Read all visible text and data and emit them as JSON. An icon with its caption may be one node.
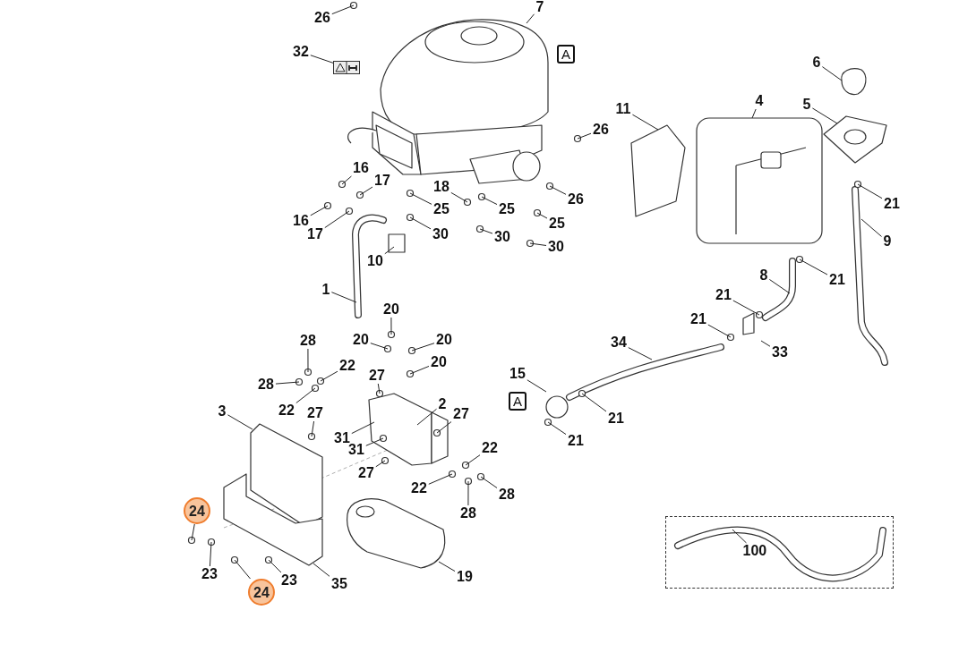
{
  "diagram": {
    "nodes": [
      {
        "text": [
          "26"
        ]
      },
      {
        "text": [
          "7"
        ]
      },
      {
        "text": [
          "32"
        ]
      },
      {
        "text": [],
        "shape": "picture"
      },
      {
        "text": [
          "A"
        ]
      },
      {
        "text": [
          "6"
        ]
      },
      {
        "text": [
          "11"
        ]
      },
      {
        "text": [
          "4"
        ]
      },
      {
        "text": [
          "5"
        ]
      },
      {
        "text": [
          "26"
        ]
      },
      {
        "text": [
          "16"
        ]
      },
      {
        "text": [
          "17"
        ]
      },
      {
        "text": [
          "18"
        ]
      },
      {
        "text": [
          "26"
        ]
      },
      {
        "text": [
          "25"
        ]
      },
      {
        "text": [
          "21"
        ]
      },
      {
        "text": [
          "25"
        ]
      },
      {
        "text": [
          "16"
        ]
      },
      {
        "text": [
          "25"
        ]
      },
      {
        "text": [
          "17"
        ]
      },
      {
        "text": [
          "30"
        ]
      },
      {
        "text": [
          "30"
        ]
      },
      {
        "text": [
          "9"
        ]
      },
      {
        "text": [
          "30"
        ]
      },
      {
        "text": [
          "10"
        ]
      },
      {
        "text": [
          "8"
        ]
      },
      {
        "text": [
          "21"
        ]
      },
      {
        "text": [
          "1"
        ]
      },
      {
        "text": [
          "21"
        ]
      },
      {
        "text": [
          "20"
        ]
      },
      {
        "text": [
          "21"
        ]
      },
      {
        "text": [
          "28"
        ]
      },
      {
        "text": [
          "20"
        ]
      },
      {
        "text": [
          "20"
        ]
      },
      {
        "text": [
          "34"
        ]
      },
      {
        "text": [
          "33"
        ]
      },
      {
        "text": [
          "20"
        ]
      },
      {
        "text": [
          "22"
        ]
      },
      {
        "text": [
          "27"
        ]
      },
      {
        "text": [
          "15"
        ]
      },
      {
        "text": [
          "28"
        ]
      },
      {
        "text": [
          "22"
        ]
      },
      {
        "text": [
          "A"
        ]
      },
      {
        "text": [
          "3"
        ]
      },
      {
        "text": [
          "2"
        ]
      },
      {
        "text": [
          "27"
        ]
      },
      {
        "text": [
          "27"
        ]
      },
      {
        "text": [
          "21"
        ]
      },
      {
        "text": [
          "31"
        ]
      },
      {
        "text": [
          "21"
        ]
      },
      {
        "text": [
          "22"
        ]
      },
      {
        "text": [
          "31"
        ]
      },
      {
        "text": [
          "27"
        ]
      },
      {
        "text": [
          "22"
        ]
      },
      {
        "text": [
          "28"
        ]
      },
      {
        "text": [
          "24"
        ]
      },
      {
        "text": [
          "28"
        ]
      },
      {
        "text": [],
        "shape": "box"
      },
      {
        "text": [
          "100"
        ],
        "in": 57
      },
      {
        "text": [
          "23"
        ]
      },
      {
        "text": [
          "23"
        ]
      },
      {
        "text": [
          "24"
        ]
      },
      {
        "text": [
          "35"
        ]
      },
      {
        "text": [
          "19"
        ]
      }
    ],
    "edges": [
      {
        "from": 0,
        "to": null,
        "arrow": "none"
      },
      {
        "from": 1,
        "to": null,
        "arrow": "none"
      },
      {
        "from": 2,
        "to": 3,
        "arrow": "none"
      },
      {
        "from": 5,
        "to": null,
        "arrow": "none"
      },
      {
        "from": 6,
        "to": null,
        "arrow": "none"
      },
      {
        "from": 7,
        "to": null,
        "arrow": "none"
      },
      {
        "from": 8,
        "to": null,
        "arrow": "none"
      },
      {
        "from": 9,
        "to": null,
        "arrow": "none"
      },
      {
        "from": 10,
        "to": null,
        "arrow": "none"
      },
      {
        "from": 11,
        "to": null,
        "arrow": "none"
      },
      {
        "from": 12,
        "to": null,
        "arrow": "none"
      },
      {
        "from": 13,
        "to": null,
        "arrow": "none"
      },
      {
        "from": 14,
        "to": null,
        "arrow": "none"
      },
      {
        "from": 15,
        "to": null,
        "arrow": "none"
      },
      {
        "from": 16,
        "to": null,
        "arrow": "none"
      },
      {
        "from": 17,
        "to": null,
        "arrow": "none"
      },
      {
        "from": 18,
        "to": null,
        "arrow": "none"
      },
      {
        "from": 19,
        "to": null,
        "arrow": "none"
      },
      {
        "from": 20,
        "to": null,
        "arrow": "none"
      },
      {
        "from": 21,
        "to": null,
        "arrow": "none"
      },
      {
        "from": 22,
        "to": null,
        "arrow": "none"
      },
      {
        "from": 23,
        "to": null,
        "arrow": "none"
      },
      {
        "from": 24,
        "to": null,
        "arrow": "none"
      },
      {
        "from": 25,
        "to": null,
        "arrow": "none"
      },
      {
        "from": 26,
        "to": null,
        "arrow": "none"
      },
      {
        "from": 27,
        "to": null,
        "arrow": "none"
      },
      {
        "from": 28,
        "to": null,
        "arrow": "none"
      },
      {
        "from": 29,
        "to": null,
        "arrow": "none"
      },
      {
        "from": 30,
        "to": null,
        "arrow": "none"
      },
      {
        "from": 31,
        "to": null,
        "arrow": "none"
      },
      {
        "from": 32,
        "to": null,
        "arrow": "none"
      },
      {
        "from": 33,
        "to": null,
        "arrow": "none"
      },
      {
        "from": 34,
        "to": null,
        "arrow": "none"
      },
      {
        "from": 35,
        "to": null,
        "arrow": "none"
      },
      {
        "from": 36,
        "to": null,
        "arrow": "none"
      },
      {
        "from": 37,
        "to": null,
        "arrow": "none"
      },
      {
        "from": 38,
        "to": null,
        "arrow": "none"
      },
      {
        "from": 39,
        "to": null,
        "arrow": "none"
      },
      {
        "from": 40,
        "to": null,
        "arrow": "none"
      },
      {
        "from": 41,
        "to": null,
        "arrow": "none"
      },
      {
        "from": 43,
        "to": null,
        "arrow": "none"
      },
      {
        "from": 44,
        "to": null,
        "arrow": "none"
      },
      {
        "from": 45,
        "to": null,
        "arrow": "none"
      },
      {
        "from": 46,
        "to": null,
        "arrow": "none"
      },
      {
        "from": 47,
        "to": null,
        "arrow": "none"
      },
      {
        "from": 48,
        "to": null,
        "arrow": "none"
      },
      {
        "from": 49,
        "to": null,
        "arrow": "none"
      },
      {
        "from": 50,
        "to": null,
        "arrow": "none"
      },
      {
        "from": 51,
        "to": null,
        "arrow": "none"
      },
      {
        "from": 52,
        "to": null,
        "arrow": "none"
      },
      {
        "from": 53,
        "to": null,
        "arrow": "none"
      },
      {
        "from": 54,
        "to": null,
        "arrow": "none"
      },
      {
        "from": 55,
        "to": null,
        "arrow": "none"
      },
      {
        "from": 56,
        "to": null,
        "arrow": "none"
      },
      {
        "from": 58,
        "to": null,
        "arrow": "none"
      },
      {
        "from": 59,
        "to": null,
        "arrow": "none"
      },
      {
        "from": 60,
        "to": null,
        "arrow": "none"
      },
      {
        "from": 61,
        "to": null,
        "arrow": "none"
      },
      {
        "from": 62,
        "to": null,
        "arrow": "none"
      },
      {
        "from": 63,
        "to": null,
        "arrow": "none"
      }
    ]
  }
}
